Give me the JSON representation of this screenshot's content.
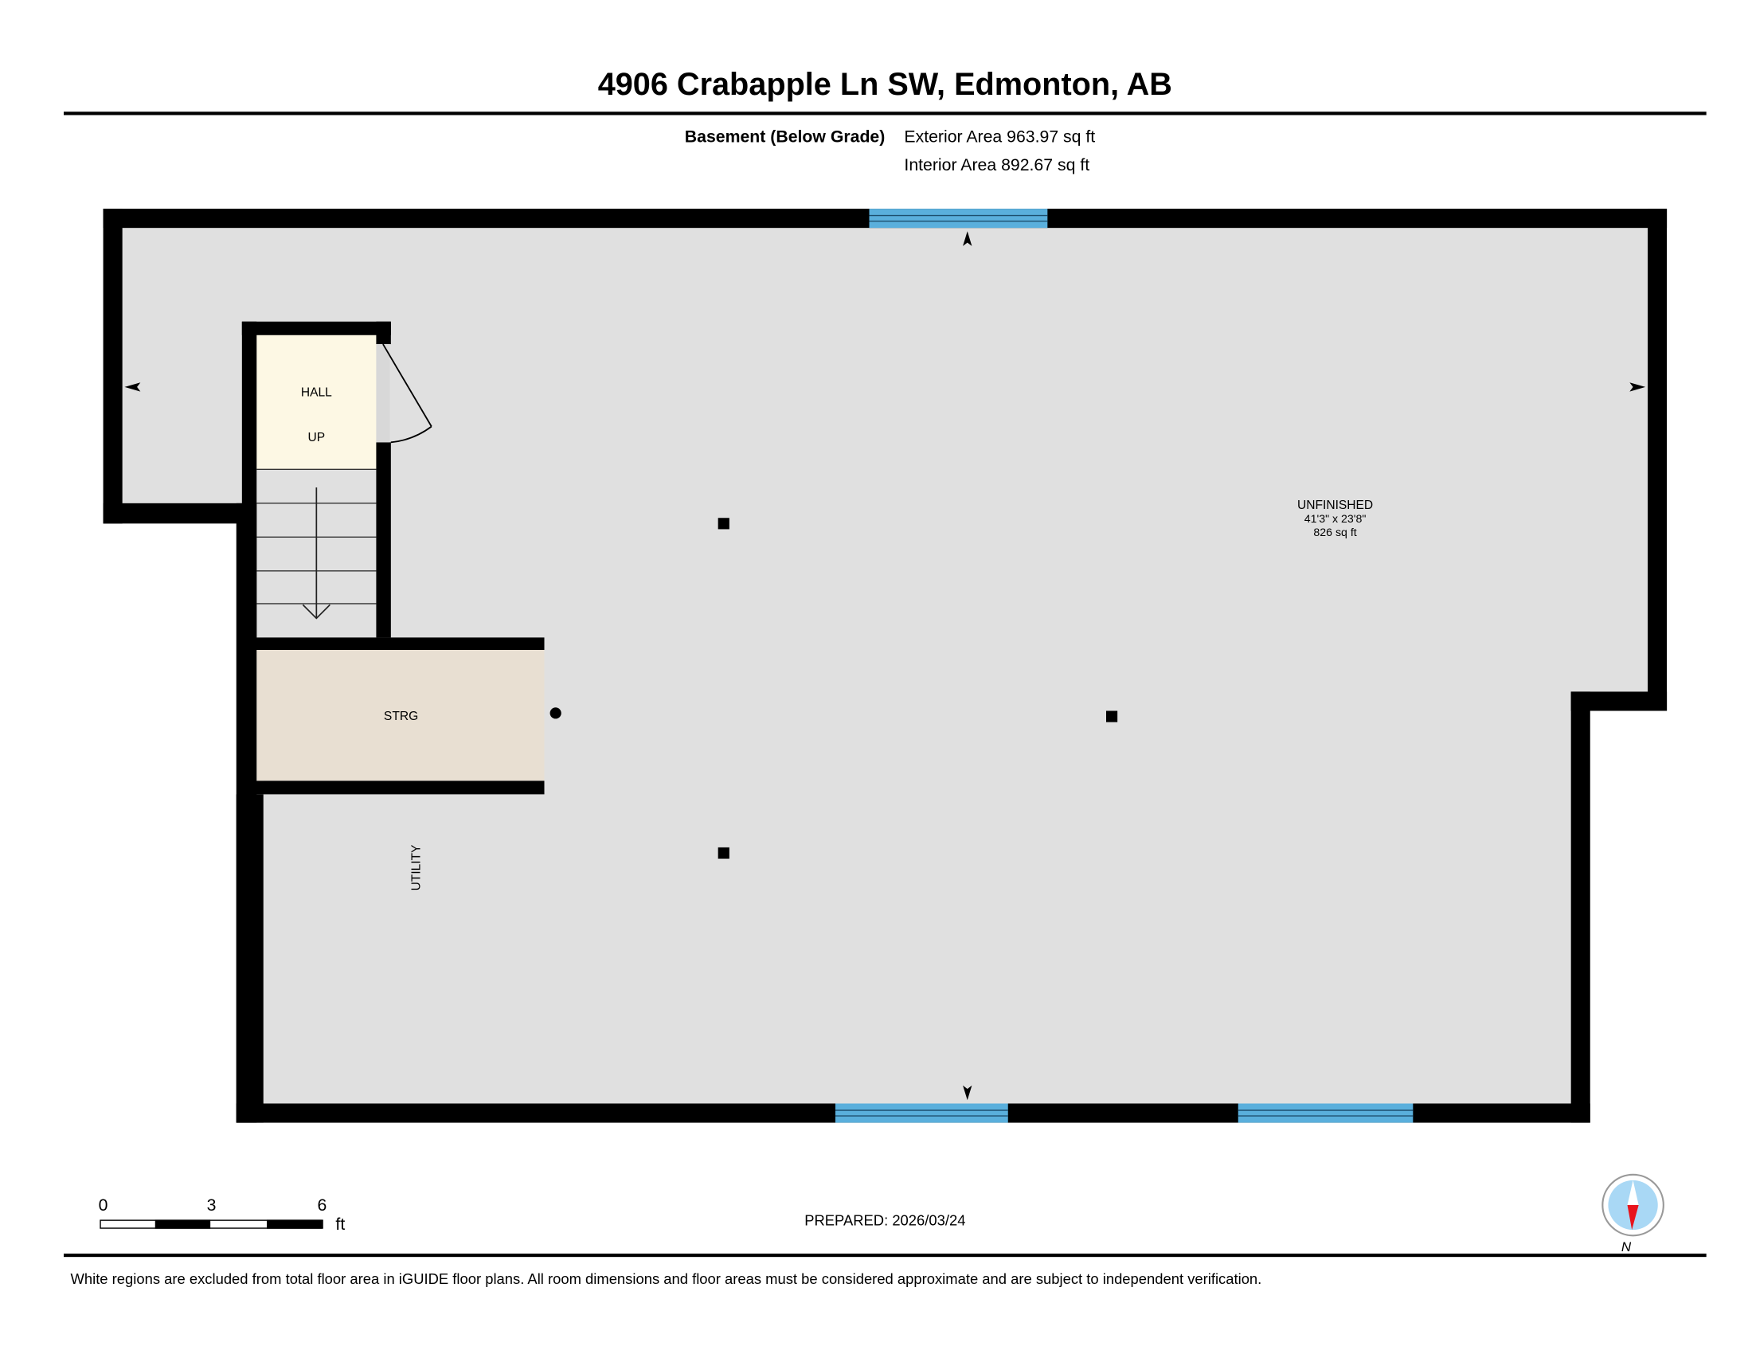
{
  "header": {
    "title": "4906 Crabapple Ln SW, Edmonton, AB",
    "floor_name": "Basement (Below Grade)",
    "exterior_area": "Exterior Area 963.97 sq ft",
    "interior_area": "Interior Area 892.67 sq ft"
  },
  "rooms": {
    "hall": "HALL",
    "up": "UP",
    "storage": "STRG",
    "utility": "UTILITY",
    "unfinished": {
      "name": "UNFINISHED",
      "dimensions": "41'3\" x 23'8\"",
      "area": "826 sq ft"
    }
  },
  "scale_bar": {
    "ticks": [
      "0",
      "3",
      "6"
    ],
    "unit": "ft"
  },
  "prepared": "PREPARED: 2026/03/24",
  "compass": {
    "label": "N",
    "icon": "compass-icon"
  },
  "disclaimer": "White regions are excluded from total floor area in iGUIDE floor plans. All room dimensions and floor areas must be considered approximate and are subject to independent verification.",
  "colors": {
    "wall": "#000000",
    "floor": "#e0e0e0",
    "hall": "#fdf8e4",
    "storage": "#e8dfd2",
    "window": "#5aafdc",
    "compass_red": "#e8141c",
    "compass_blue": "#a9d8f5"
  }
}
